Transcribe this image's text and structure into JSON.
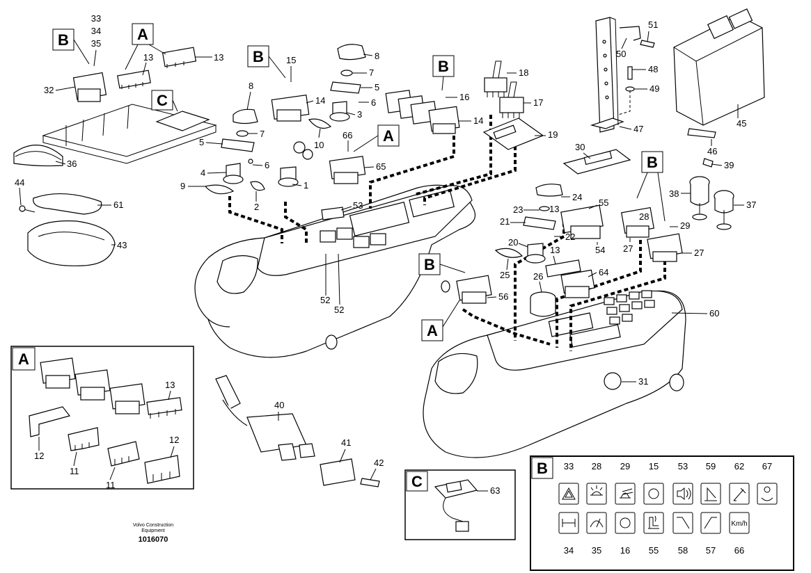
{
  "labels": {
    "top_left_stack": [
      "33",
      "34",
      "35"
    ],
    "A": "A",
    "B": "B",
    "C": "C",
    "n13": "13",
    "n32": "32",
    "n36": "36",
    "n44": "44",
    "n61": "61",
    "n43": "43",
    "n8": "8",
    "n7": "7",
    "n5": "5",
    "n4": "4",
    "n6": "6",
    "n9": "9",
    "n2": "2",
    "n1": "1",
    "n10": "10",
    "n15": "15",
    "n14": "14",
    "n3": "3",
    "n66": "66",
    "n65": "65",
    "n53": "53",
    "n52": "52",
    "n16": "16",
    "n18": "18",
    "n17": "17",
    "n19": "19",
    "n50": "50",
    "n51": "51",
    "n48": "48",
    "n49": "49",
    "n47": "47",
    "n45": "45",
    "n46": "46",
    "n39": "39",
    "n38": "38",
    "n37": "37",
    "n30": "30",
    "n24": "24",
    "n55": "55",
    "n28": "28",
    "n29": "29",
    "n27": "27",
    "n23": "23",
    "n21": "21",
    "n22": "22",
    "n20": "20",
    "n54": "54",
    "n25": "25",
    "n26": "26",
    "n64": "64",
    "n56": "56",
    "n60": "60",
    "n31": "31",
    "n40": "40",
    "n41": "41",
    "n42": "42",
    "n63": "63",
    "n12": "12",
    "n11": "11"
  },
  "legend_B": {
    "top_row": [
      "33",
      "28",
      "29",
      "15",
      "53",
      "59",
      "62",
      "67"
    ],
    "bottom_row": [
      "34",
      "35",
      "16",
      "55",
      "58",
      "57",
      "66"
    ],
    "kmh_text": "Km/h"
  },
  "footer": {
    "brand_line1": "Volvo Construction",
    "brand_line2": "Equipment",
    "drawing_number": "1016070"
  }
}
